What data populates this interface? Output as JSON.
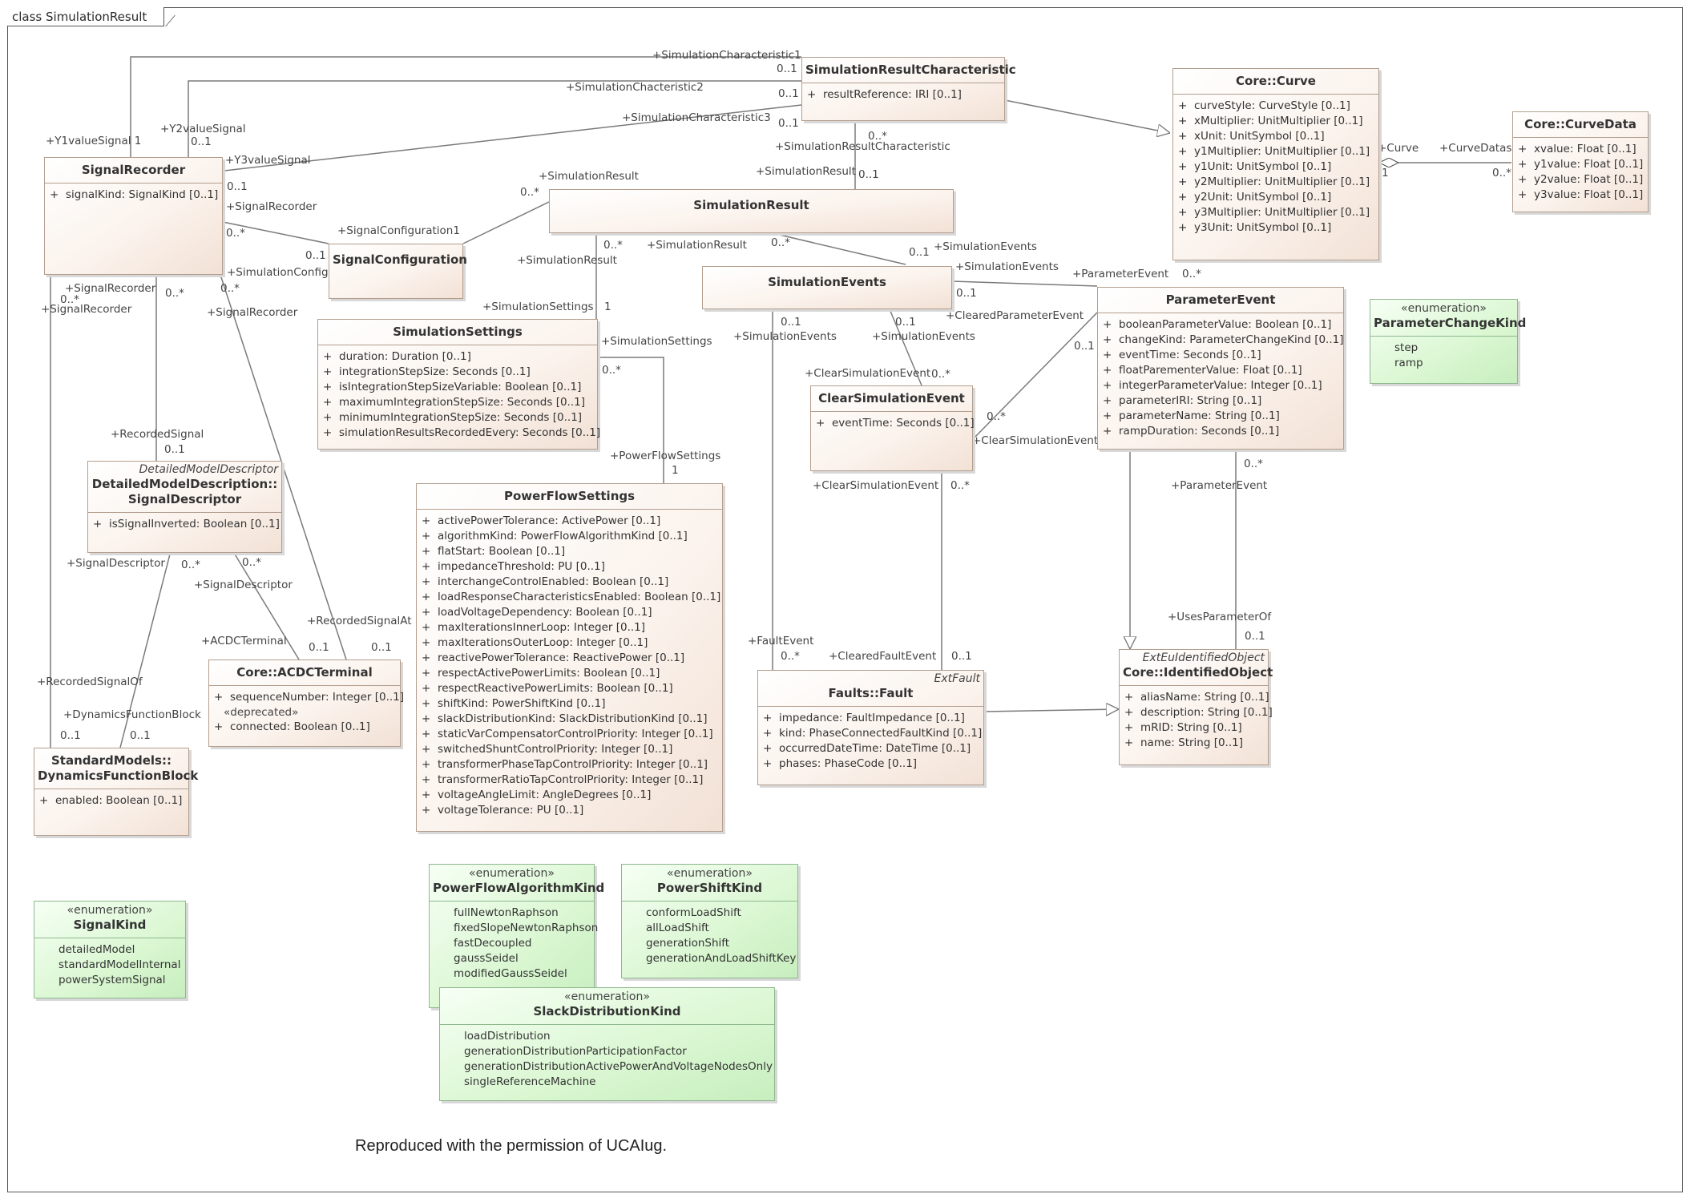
{
  "frame_title": "class SimulationResult",
  "footer": "Reproduced with the permission of UCAIug.",
  "classes": {
    "simulationResultCharacteristic": {
      "name": "SimulationResultCharacteristic",
      "attrs": [
        "resultReference: IRI [0..1]"
      ]
    },
    "coreCurve": {
      "name": "Core::Curve",
      "attrs": [
        "curveStyle: CurveStyle [0..1]",
        "xMultiplier: UnitMultiplier [0..1]",
        "xUnit: UnitSymbol [0..1]",
        "y1Multiplier: UnitMultiplier [0..1]",
        "y1Unit: UnitSymbol [0..1]",
        "y2Multiplier: UnitMultiplier [0..1]",
        "y2Unit: UnitSymbol [0..1]",
        "y3Multiplier: UnitMultiplier [0..1]",
        "y3Unit: UnitSymbol [0..1]"
      ]
    },
    "coreCurveData": {
      "name": "Core::CurveData",
      "attrs": [
        "xvalue: Float [0..1]",
        "y1value: Float [0..1]",
        "y2value: Float [0..1]",
        "y3value: Float [0..1]"
      ]
    },
    "signalRecorder": {
      "name": "SignalRecorder",
      "attrs": [
        "signalKind: SignalKind [0..1]"
      ]
    },
    "simulationResult": {
      "name": "SimulationResult"
    },
    "signalConfiguration": {
      "name": "SignalConfiguration"
    },
    "simulationEvents": {
      "name": "SimulationEvents"
    },
    "parameterEvent": {
      "name": "ParameterEvent",
      "attrs": [
        "booleanParameterValue: Boolean [0..1]",
        "changeKind: ParameterChangeKind [0..1]",
        "eventTime: Seconds [0..1]",
        "floatParementerValue: Float [0..1]",
        "integerParameterValue: Integer [0..1]",
        "parameterIRI: String [0..1]",
        "parameterName: String [0..1]",
        "rampDuration: Seconds [0..1]"
      ]
    },
    "simulationSettings": {
      "name": "SimulationSettings",
      "attrs": [
        "duration: Duration [0..1]",
        "integrationStepSize: Seconds [0..1]",
        "isIntegrationStepSizeVariable: Boolean [0..1]",
        "maximumIntegrationStepSize: Seconds [0..1]",
        "minimumIntegrationStepSize: Seconds [0..1]",
        "simulationResultsRecordedEvery: Seconds [0..1]"
      ]
    },
    "clearSimulationEvent": {
      "name": "ClearSimulationEvent",
      "attrs": [
        "eventTime: Seconds [0..1]"
      ]
    },
    "signalDescriptor": {
      "stereotype": "DetailedModelDescriptor",
      "name_line1": "DetailedModelDescription::",
      "name_line2": "SignalDescriptor",
      "attrs": [
        "isSignalInverted: Boolean [0..1]"
      ]
    },
    "powerFlowSettings": {
      "name": "PowerFlowSettings",
      "attrs": [
        "activePowerTolerance: ActivePower [0..1]",
        "algorithmKind: PowerFlowAlgorithmKind [0..1]",
        "flatStart: Boolean [0..1]",
        "impedanceThreshold: PU [0..1]",
        "interchangeControlEnabled: Boolean [0..1]",
        "loadResponseCharacteristicsEnabled: Boolean [0..1]",
        "loadVoltageDependency: Boolean [0..1]",
        "maxIterationsInnerLoop: Integer [0..1]",
        "maxIterationsOuterLoop: Integer [0..1]",
        "reactivePowerTolerance: ReactivePower [0..1]",
        "respectActivePowerLimits: Boolean [0..1]",
        "respectReactivePowerLimits: Boolean [0..1]",
        "shiftKind: PowerShiftKind [0..1]",
        "slackDistributionKind: SlackDistributionKind [0..1]",
        "staticVarCompensatorControlPriority: Integer [0..1]",
        "switchedShuntControlPriority: Integer [0..1]",
        "transformerPhaseTapControlPriority: Integer [0..1]",
        "transformerRatioTapControlPriority: Integer [0..1]",
        "voltageAngleLimit: AngleDegrees [0..1]",
        "voltageTolerance: PU [0..1]"
      ]
    },
    "coreACDCTerminal": {
      "name": "Core::ACDCTerminal",
      "attrs": [
        "sequenceNumber: Integer [0..1]"
      ],
      "section": "«deprecated»",
      "attrs2": [
        "connected: Boolean [0..1]"
      ]
    },
    "dynamicsFunctionBlock": {
      "name_line1": "StandardModels::",
      "name_line2": "DynamicsFunctionBlock",
      "attrs": [
        "enabled: Boolean [0..1]"
      ]
    },
    "faultsFault": {
      "stereotype": "ExtFault",
      "name": "Faults::Fault",
      "attrs": [
        "impedance: FaultImpedance [0..1]",
        "kind: PhaseConnectedFaultKind [0..1]",
        "occurredDateTime: DateTime [0..1]",
        "phases: PhaseCode [0..1]"
      ]
    },
    "coreIdentifiedObject": {
      "stereotype": "ExtEuIdentifiedObject",
      "name": "Core::IdentifiedObject",
      "attrs": [
        "aliasName: String [0..1]",
        "description: String [0..1]",
        "mRID: String [0..1]",
        "name: String [0..1]"
      ]
    }
  },
  "enums": {
    "parameterChangeKind": {
      "stereotype": "«enumeration»",
      "name": "ParameterChangeKind",
      "literals": [
        "step",
        "ramp"
      ]
    },
    "signalKind": {
      "stereotype": "«enumeration»",
      "name": "SignalKind",
      "literals": [
        "detailedModel",
        "standardModelInternal",
        "powerSystemSignal"
      ]
    },
    "powerFlowAlgorithmKind": {
      "stereotype": "«enumeration»",
      "name": "PowerFlowAlgorithmKind",
      "literals": [
        "fullNewtonRaphson",
        "fixedSlopeNewtonRaphson",
        "fastDecoupled",
        "gaussSeidel",
        "modifiedGaussSeidel"
      ]
    },
    "powerShiftKind": {
      "stereotype": "«enumeration»",
      "name": "PowerShiftKind",
      "literals": [
        "conformLoadShift",
        "allLoadShift",
        "generationShift",
        "generationAndLoadShiftKey"
      ]
    },
    "slackDistributionKind": {
      "stereotype": "«enumeration»",
      "name": "SlackDistributionKind",
      "literals": [
        "loadDistribution",
        "generationDistributionParticipationFactor",
        "generationDistributionActivePowerAndVoltageNodesOnly",
        "singleReferenceMachine"
      ]
    }
  },
  "labels": [
    {
      "text": "+SimulationCharacteristic1"
    },
    {
      "text": "0..1"
    },
    {
      "text": "+SimulationChacteristic2"
    },
    {
      "text": "0..1"
    },
    {
      "text": "+SimulationCharacteristic3"
    },
    {
      "text": "0..1"
    },
    {
      "text": "+Y1valueSignal 1"
    },
    {
      "text": "+Y2valueSignal"
    },
    {
      "text": "0..1"
    },
    {
      "text": "+Y3valueSignal"
    },
    {
      "text": "0..1"
    },
    {
      "text": "0..*"
    },
    {
      "text": "+SimulationResultCharacteristic"
    },
    {
      "text": "+SimulationResult"
    },
    {
      "text": "0..1"
    },
    {
      "text": "+SimulationResult"
    },
    {
      "text": "0..*"
    },
    {
      "text": "+SignalRecorder"
    },
    {
      "text": "0..*"
    },
    {
      "text": "+SignalConfiguration1"
    },
    {
      "text": "0..1"
    },
    {
      "text": "+SimulationConfiguration"
    },
    {
      "text": "+SignalRecorder"
    },
    {
      "text": "0..*"
    },
    {
      "text": "0..*"
    },
    {
      "text": "+SignalRecorder"
    },
    {
      "text": "0..*"
    },
    {
      "text": "+SignalRecorder"
    },
    {
      "text": "+SimulationResult"
    },
    {
      "text": "0..*"
    },
    {
      "text": "+SimulationResult"
    },
    {
      "text": "0..*"
    },
    {
      "text": "0..1"
    },
    {
      "text": "+SimulationEvents"
    },
    {
      "text": "+SimulationEvents"
    },
    {
      "text": "+ParameterEvent"
    },
    {
      "text": "0..*"
    },
    {
      "text": "0..1"
    },
    {
      "text": "+ClearedParameterEvent"
    },
    {
      "text": "+SimulationSettings"
    },
    {
      "text": "1"
    },
    {
      "text": "+SimulationSettings"
    },
    {
      "text": "0..*"
    },
    {
      "text": "0..1"
    },
    {
      "text": "+SimulationEvents"
    },
    {
      "text": "0..1"
    },
    {
      "text": "+SimulationEvents"
    },
    {
      "text": "+ClearSimulationEvent"
    },
    {
      "text": "0..*"
    },
    {
      "text": "0..1"
    },
    {
      "text": "0..*"
    },
    {
      "text": "+ClearSimulationEvent"
    },
    {
      "text": "+PowerFlowSettings"
    },
    {
      "text": "1"
    },
    {
      "text": "+RecordedSignal"
    },
    {
      "text": "0..1"
    },
    {
      "text": "+SignalDescriptor"
    },
    {
      "text": "0..*"
    },
    {
      "text": "0..*"
    },
    {
      "text": "+SignalDescriptor"
    },
    {
      "text": "+RecordedSignalAt"
    },
    {
      "text": "+ACDCTerminal"
    },
    {
      "text": "0..1"
    },
    {
      "text": "0..1"
    },
    {
      "text": "+RecordedSignalOf"
    },
    {
      "text": "+DynamicsFunctionBlock"
    },
    {
      "text": "0..1"
    },
    {
      "text": "0..1"
    },
    {
      "text": "+ClearSimulationEvent"
    },
    {
      "text": "0..*"
    },
    {
      "text": "0..*"
    },
    {
      "text": "+ParameterEvent"
    },
    {
      "text": "+UsesParameterOf"
    },
    {
      "text": "0..1"
    },
    {
      "text": "+FaultEvent"
    },
    {
      "text": "0..*"
    },
    {
      "text": "+ClearedFaultEvent"
    },
    {
      "text": "0..1"
    },
    {
      "text": "+Curve"
    },
    {
      "text": "+CurveDatas"
    },
    {
      "text": "1"
    },
    {
      "text": "0..*"
    }
  ]
}
